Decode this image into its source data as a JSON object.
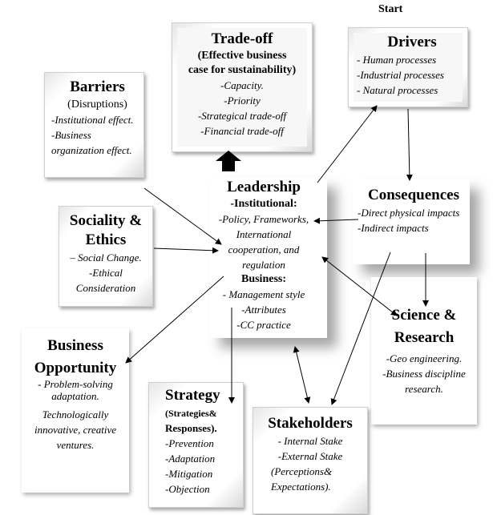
{
  "start_label": "Start",
  "nodes": {
    "tradeoff": {
      "title": "Trade-off",
      "subtitle": [
        "(Effective business",
        "case for sustainability)"
      ],
      "items": [
        "-Capacity.",
        "-Priority",
        "-Strategical trade-off",
        "-Financial trade-off"
      ]
    },
    "drivers": {
      "title": "Drivers",
      "items": [
        "- Human processes",
        "-Industrial processes",
        "- Natural processes"
      ]
    },
    "barriers": {
      "title": "Barriers",
      "subtitle": "(Disruptions)",
      "items": [
        "-Institutional effect.",
        "-Business organization effect."
      ]
    },
    "leadership": {
      "title": "Leadership",
      "institutional_label": "-Institutional:",
      "institutional_items": [
        "-Policy, Frameworks,",
        "International",
        "cooperation, and",
        "regulation"
      ],
      "business_label": "Business:",
      "business_items": [
        "- Management style",
        "-Attributes",
        "-CC practice"
      ]
    },
    "consequences": {
      "title": "Consequences",
      "items": [
        "-Direct physical impacts",
        "-Indirect impacts"
      ]
    },
    "sociality": {
      "title": "Sociality &",
      "title2": "Ethics",
      "items": [
        "– Social Change.",
        "-Ethical",
        "Consideration"
      ]
    },
    "science": {
      "title": "Science &",
      "title2": "Research",
      "items": [
        "-Geo engineering.",
        "-Business discipline",
        "research."
      ]
    },
    "business_opportunity": {
      "title": "Business",
      "title2": "Opportunity",
      "items": [
        "- Problem-solving",
        "adaptation.",
        "Technologically",
        "innovative, creative",
        "ventures."
      ]
    },
    "strategy": {
      "title": "Strategy",
      "subtitle": [
        "(Strategies&",
        "Responses)."
      ],
      "items": [
        "-Prevention",
        "-Adaptation",
        "-Mitigation",
        "-Objection"
      ]
    },
    "stakeholders": {
      "title": "Stakeholders",
      "items": [
        "- Internal Stake",
        "-External Stake",
        "(Perceptions&",
        "Expectations)."
      ]
    }
  }
}
